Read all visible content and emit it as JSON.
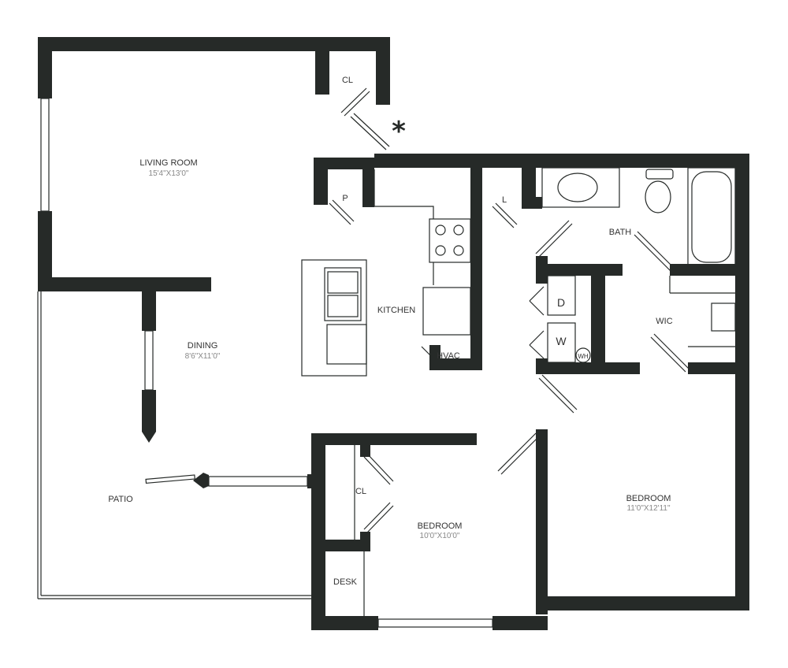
{
  "rooms": {
    "living": {
      "name": "LIVING ROOM",
      "size": "15'4\"X13'0\""
    },
    "dining": {
      "name": "DINING",
      "size": "8'6\"X11'0\""
    },
    "kitchen": {
      "name": "KITCHEN"
    },
    "patio": {
      "name": "PATIO"
    },
    "bath": {
      "name": "BATH"
    },
    "wic": {
      "name": "WIC"
    },
    "hvac": {
      "name": "HVAC"
    },
    "bedroom_main": {
      "name": "BEDROOM",
      "size": "11'0\"X12'11\""
    },
    "bedroom_2": {
      "name": "BEDROOM",
      "size": "10'0\"X10'0\""
    },
    "closet_living": {
      "name": "CL"
    },
    "closet_bedroom": {
      "name": "CL"
    },
    "pantry": {
      "name": "P"
    },
    "linen": {
      "name": "L"
    },
    "desk": {
      "name": "DESK"
    },
    "dryer": {
      "name": "D"
    },
    "washer": {
      "name": "W"
    },
    "water_heater": {
      "name": "WH"
    }
  },
  "entry_marker": "*",
  "colors": {
    "wall": "#262a28"
  }
}
